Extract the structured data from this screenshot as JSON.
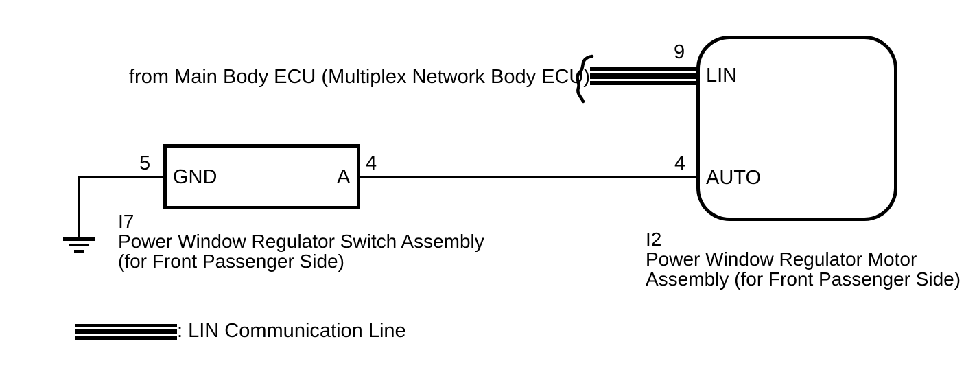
{
  "diagram": {
    "from_ecu_label": "from Main Body ECU (Multiplex Network Body ECU)",
    "motor_box": {
      "code": "I2",
      "name_line1": "Power Window Regulator Motor",
      "name_line2": "Assembly (for Front Passenger Side)",
      "pins": [
        {
          "number": "9",
          "name": "LIN"
        },
        {
          "number": "4",
          "name": "AUTO"
        }
      ]
    },
    "switch_box": {
      "code": "I7",
      "name_line1": "Power Window Regulator Switch Assembly",
      "name_line2": "(for Front Passenger Side)",
      "pins": [
        {
          "number": "5",
          "name": "GND"
        },
        {
          "number": "4",
          "name": "A"
        }
      ]
    },
    "legend": {
      "label": ": LIN Communication Line"
    },
    "colors": {
      "line": "#000000",
      "background": "#ffffff"
    }
  }
}
